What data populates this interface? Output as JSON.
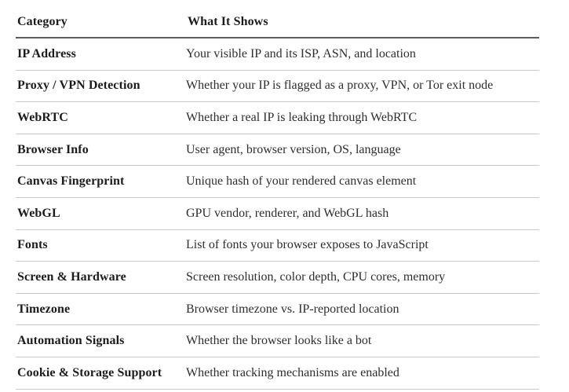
{
  "table": {
    "columns": {
      "category": "Category",
      "shows": "What It Shows"
    },
    "rows": [
      {
        "category": "IP Address",
        "shows": "Your visible IP and its ISP, ASN, and location"
      },
      {
        "category": "Proxy / VPN Detection",
        "shows": "Whether your IP is flagged as a proxy, VPN, or Tor exit node"
      },
      {
        "category": "WebRTC",
        "shows": "Whether a real IP is leaking through WebRTC"
      },
      {
        "category": "Browser Info",
        "shows": "User agent, browser version, OS, language"
      },
      {
        "category": "Canvas Fingerprint",
        "shows": "Unique hash of your rendered canvas element"
      },
      {
        "category": "WebGL",
        "shows": "GPU vendor, renderer, and WebGL hash"
      },
      {
        "category": "Fonts",
        "shows": "List of fonts your browser exposes to JavaScript"
      },
      {
        "category": "Screen & Hardware",
        "shows": "Screen resolution, color depth, CPU cores, memory"
      },
      {
        "category": "Timezone",
        "shows": "Browser timezone vs. IP-reported location"
      },
      {
        "category": "Automation Signals",
        "shows": "Whether the browser looks like a bot"
      },
      {
        "category": "Cookie & Storage Support",
        "shows": "Whether tracking mechanisms are enabled"
      }
    ],
    "colors": {
      "header_rule": "#5d5d5d",
      "row_rule": "#c9c9c9",
      "heading_text": "#1c1c1c",
      "body_text": "#2e2e2e",
      "background": "#ffffff"
    }
  }
}
